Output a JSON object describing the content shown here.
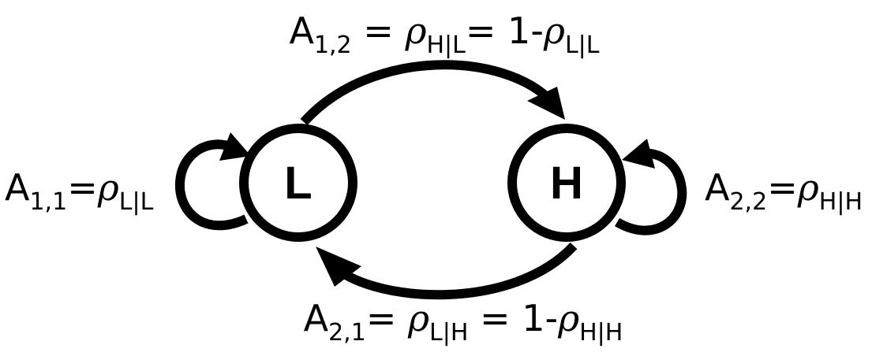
{
  "nodes": {
    "low": {
      "label": "L"
    },
    "high": {
      "label": "H"
    }
  },
  "edges": {
    "a11": {
      "base": "A",
      "subscript": "1,1",
      "op": "=",
      "rho": "ρ",
      "rho_subscript": "L|L"
    },
    "a12": {
      "base": "A",
      "subscript": "1,2",
      "op1": " = ",
      "rho1": "ρ",
      "rho1_subscript": "H|L",
      "op2": "= 1-",
      "rho2": "ρ",
      "rho2_subscript": "L|L"
    },
    "a21": {
      "base": "A",
      "subscript": "2,1",
      "op1": "= ",
      "rho1": "ρ",
      "rho1_subscript": "L|H",
      "op2": " = 1-",
      "rho2": "ρ",
      "rho2_subscript": "H|H"
    },
    "a22": {
      "base": "A",
      "subscript": "2,2",
      "op": "=",
      "rho": "ρ",
      "rho_subscript": "H|H"
    }
  }
}
